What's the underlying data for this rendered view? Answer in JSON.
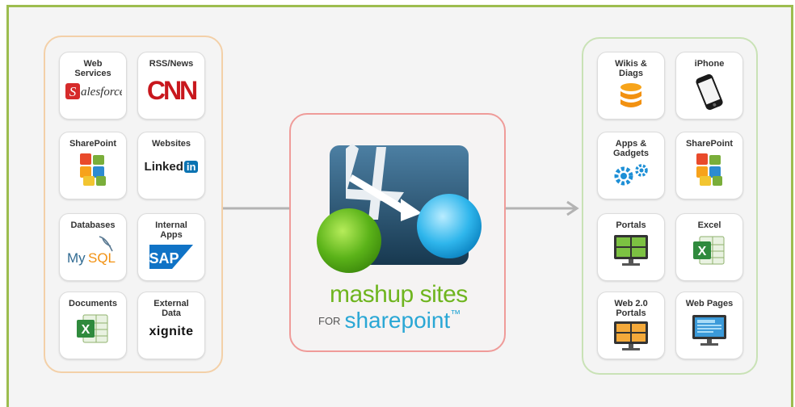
{
  "sources": {
    "items": [
      {
        "label": "Web\nServices",
        "icon": "salesforce-logo",
        "logo_text": "salesforce"
      },
      {
        "label": "RSS/News",
        "icon": "cnn-logo",
        "logo_text": "CNN"
      },
      {
        "label": "SharePoint",
        "icon": "office-logo"
      },
      {
        "label": "Websites",
        "icon": "linkedin-logo",
        "logo_text": "Linked",
        "logo_text2": "in"
      },
      {
        "label": "Databases",
        "icon": "mysql-logo",
        "logo_text": "MySQL"
      },
      {
        "label": "Internal\nApps",
        "icon": "sap-logo",
        "logo_text": "SAP"
      },
      {
        "label": "Documents",
        "icon": "excel-icon"
      },
      {
        "label": "External\nData",
        "icon": "xignite-logo",
        "logo_text": "xignite"
      }
    ]
  },
  "center": {
    "title": "mashup sites",
    "for_text": "FOR",
    "sub_title": "sharepoint",
    "trademark": "™"
  },
  "outputs": {
    "items": [
      {
        "label": "Wikis &\nDiags",
        "icon": "database-icon"
      },
      {
        "label": "iPhone",
        "icon": "iphone-icon"
      },
      {
        "label": "Apps &\nGadgets",
        "icon": "gears-icon"
      },
      {
        "label": "SharePoint",
        "icon": "office-logo"
      },
      {
        "label": "Portals",
        "icon": "portal-monitor-icon"
      },
      {
        "label": "Excel",
        "icon": "excel-icon"
      },
      {
        "label": "Web 2.0\nPortals",
        "icon": "web20-monitor-icon"
      },
      {
        "label": "Web Pages",
        "icon": "webpage-monitor-icon"
      }
    ]
  },
  "colors": {
    "frame_border": "#9dbd4f",
    "left_group_border": "#f3d0a8",
    "right_group_border": "#c9e2b6",
    "center_border": "#ef9b99",
    "green": "#6fb51f",
    "blue": "#2aa7d5"
  }
}
